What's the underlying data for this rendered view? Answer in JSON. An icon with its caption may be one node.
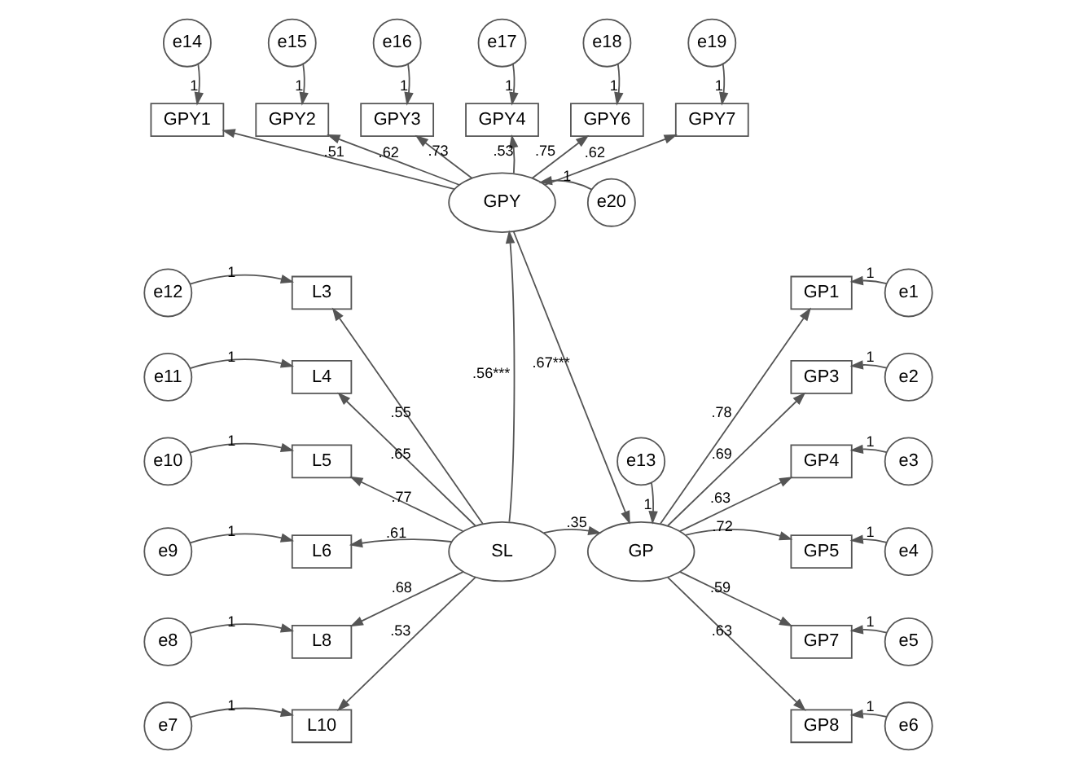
{
  "diagram": {
    "nodes": [
      {
        "text": [
          "e14"
        ]
      },
      {
        "text": [
          "e15"
        ]
      },
      {
        "text": [
          "e16"
        ]
      },
      {
        "text": [
          "e17"
        ]
      },
      {
        "text": [
          "e18"
        ]
      },
      {
        "text": [
          "e19"
        ]
      },
      {
        "text": [
          "GPY1"
        ]
      },
      {
        "text": [
          "GPY2"
        ]
      },
      {
        "text": [
          "GPY3"
        ]
      },
      {
        "text": [
          "GPY4"
        ]
      },
      {
        "text": [
          "GPY6"
        ]
      },
      {
        "text": [
          "GPY7"
        ]
      },
      {
        "text": [
          "GPY"
        ]
      },
      {
        "text": [
          "e20"
        ]
      },
      {
        "text": [
          "e12"
        ]
      },
      {
        "text": [
          "L3"
        ]
      },
      {
        "text": [
          "GP1"
        ]
      },
      {
        "text": [
          "e1"
        ]
      },
      {
        "text": [
          "e13"
        ]
      },
      {
        "text": [
          "e11"
        ]
      },
      {
        "text": [
          "L4"
        ]
      },
      {
        "text": [
          "GP3"
        ]
      },
      {
        "text": [
          "e2"
        ]
      },
      {
        "text": [
          "e10"
        ]
      },
      {
        "text": [
          "L5"
        ]
      },
      {
        "text": [
          "GP4"
        ]
      },
      {
        "text": [
          "e3"
        ]
      },
      {
        "text": [
          "e9"
        ]
      },
      {
        "text": [
          "L6"
        ]
      },
      {
        "text": [
          "SL"
        ]
      },
      {
        "text": [
          "GP"
        ]
      },
      {
        "text": [
          "GP5"
        ]
      },
      {
        "text": [
          "e4"
        ]
      },
      {
        "text": [
          "e8"
        ]
      },
      {
        "text": [
          "L8"
        ]
      },
      {
        "text": [
          "GP7"
        ]
      },
      {
        "text": [
          "e5"
        ]
      },
      {
        "text": [
          "e7"
        ]
      },
      {
        "text": [
          "L10"
        ]
      },
      {
        "text": [
          "GP8"
        ]
      },
      {
        "text": [
          "e6"
        ]
      }
    ],
    "edges": [
      {
        "from": 0,
        "to": 6,
        "arrow": "to",
        "label": "1"
      },
      {
        "from": 1,
        "to": 7,
        "arrow": "to",
        "label": "1"
      },
      {
        "from": 2,
        "to": 8,
        "arrow": "to",
        "label": "1"
      },
      {
        "from": 3,
        "to": 9,
        "arrow": "to",
        "label": "1"
      },
      {
        "from": 4,
        "to": 10,
        "arrow": "to",
        "label": "1"
      },
      {
        "from": 5,
        "to": 11,
        "arrow": "to",
        "label": "1"
      },
      {
        "from": 12,
        "to": 6,
        "arrow": "to",
        "label": ".51"
      },
      {
        "from": 12,
        "to": 7,
        "arrow": "to",
        "label": ".62"
      },
      {
        "from": 12,
        "to": 8,
        "arrow": "to",
        "label": ".73"
      },
      {
        "from": 12,
        "to": 9,
        "arrow": "to",
        "label": ".53"
      },
      {
        "from": 12,
        "to": 10,
        "arrow": "to",
        "label": ".75"
      },
      {
        "from": 12,
        "to": 11,
        "arrow": "to",
        "label": ".62"
      },
      {
        "from": 13,
        "to": 12,
        "arrow": "to",
        "label": "1"
      },
      {
        "from": 14,
        "to": 15,
        "arrow": "to",
        "label": "1"
      },
      {
        "from": 19,
        "to": 20,
        "arrow": "to",
        "label": "1"
      },
      {
        "from": 23,
        "to": 24,
        "arrow": "to",
        "label": "1"
      },
      {
        "from": 27,
        "to": 28,
        "arrow": "to",
        "label": "1"
      },
      {
        "from": 33,
        "to": 34,
        "arrow": "to",
        "label": "1"
      },
      {
        "from": 37,
        "to": 38,
        "arrow": "to",
        "label": "1"
      },
      {
        "from": 29,
        "to": 15,
        "arrow": "to",
        "label": ".55"
      },
      {
        "from": 29,
        "to": 20,
        "arrow": "to",
        "label": ".65"
      },
      {
        "from": 29,
        "to": 24,
        "arrow": "to",
        "label": ".77"
      },
      {
        "from": 29,
        "to": 28,
        "arrow": "to",
        "label": ".61"
      },
      {
        "from": 29,
        "to": 34,
        "arrow": "to",
        "label": ".68"
      },
      {
        "from": 29,
        "to": 38,
        "arrow": "to",
        "label": ".53"
      },
      {
        "from": 29,
        "to": 12,
        "arrow": "to",
        "label": ".56***"
      },
      {
        "from": 12,
        "to": 30,
        "arrow": "to",
        "label": ".67***"
      },
      {
        "from": 29,
        "to": 30,
        "arrow": "to",
        "label": ".35"
      },
      {
        "from": 18,
        "to": 30,
        "arrow": "to",
        "label": "1"
      },
      {
        "from": 30,
        "to": 16,
        "arrow": "to",
        "label": ".78"
      },
      {
        "from": 30,
        "to": 21,
        "arrow": "to",
        "label": ".69"
      },
      {
        "from": 30,
        "to": 25,
        "arrow": "to",
        "label": ".63"
      },
      {
        "from": 30,
        "to": 31,
        "arrow": "to",
        "label": ".72"
      },
      {
        "from": 30,
        "to": 35,
        "arrow": "to",
        "label": ".59"
      },
      {
        "from": 30,
        "to": 39,
        "arrow": "to",
        "label": ".63"
      },
      {
        "from": 17,
        "to": 16,
        "arrow": "to",
        "label": "1"
      },
      {
        "from": 22,
        "to": 21,
        "arrow": "to",
        "label": "1"
      },
      {
        "from": 26,
        "to": 25,
        "arrow": "to",
        "label": "1"
      },
      {
        "from": 32,
        "to": 31,
        "arrow": "to",
        "label": "1"
      },
      {
        "from": 36,
        "to": 35,
        "arrow": "to",
        "label": "1"
      },
      {
        "from": 40,
        "to": 39,
        "arrow": "to",
        "label": "1"
      }
    ]
  }
}
